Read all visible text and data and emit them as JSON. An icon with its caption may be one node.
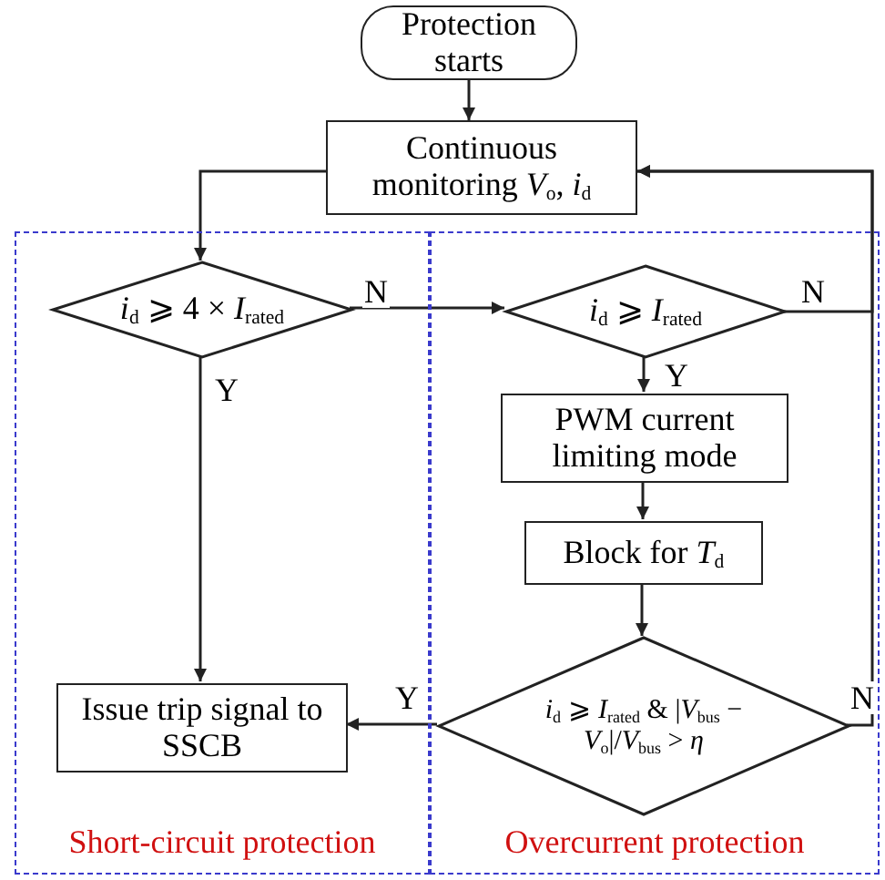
{
  "diagram": {
    "nodes": [
      {
        "text": [
          "Protection starts"
        ]
      },
      {
        "text": [
          "Continuous monitoring *V*$_{o}$, *i*$_{d}$"
        ]
      },
      {
        "text": [
          "Short-circuit protection"
        ]
      },
      {
        "text": [
          "*i*$_{d}$ ⩾ 4 × *I*$_{rated}$"
        ],
        "in": 2
      },
      {
        "text": [
          "Issue trip signal to SSCB"
        ],
        "in": 2
      },
      {
        "text": [
          "Overcurrent protection"
        ]
      },
      {
        "text": [
          "*i*$_{d}$ ⩾ *I*$_{rated}$"
        ],
        "in": 5
      },
      {
        "text": [
          "PWM current limiting mode"
        ],
        "in": 5
      },
      {
        "text": [
          "Block for *T*$_{d}$"
        ],
        "in": 5
      },
      {
        "text": [
          "*i*$_{d}$ ⩾ *I*$_{rated}$ & |*V*$_{bus}$ − *V*$_{o}$|/*V*$_{bus}$ > *η*"
        ],
        "in": 5
      }
    ],
    "edges": [
      {
        "from": 0,
        "to": 1,
        "arrow": "to"
      },
      {
        "from": 1,
        "to": 3,
        "arrow": "to"
      },
      {
        "from": 3,
        "to": 6,
        "arrow": "to",
        "label": "N"
      },
      {
        "from": 3,
        "to": 4,
        "arrow": "to",
        "label": "Y"
      },
      {
        "from": 6,
        "to": 7,
        "arrow": "to",
        "label": "Y"
      },
      {
        "from": 6,
        "to": 1,
        "arrow": "to",
        "label": "N"
      },
      {
        "from": 7,
        "to": 8,
        "arrow": "to"
      },
      {
        "from": 8,
        "to": 9,
        "arrow": "to"
      },
      {
        "from": 9,
        "to": 4,
        "arrow": "to",
        "label": "Y"
      },
      {
        "from": 9,
        "to": 1,
        "arrow": "to",
        "label": "N"
      }
    ]
  }
}
